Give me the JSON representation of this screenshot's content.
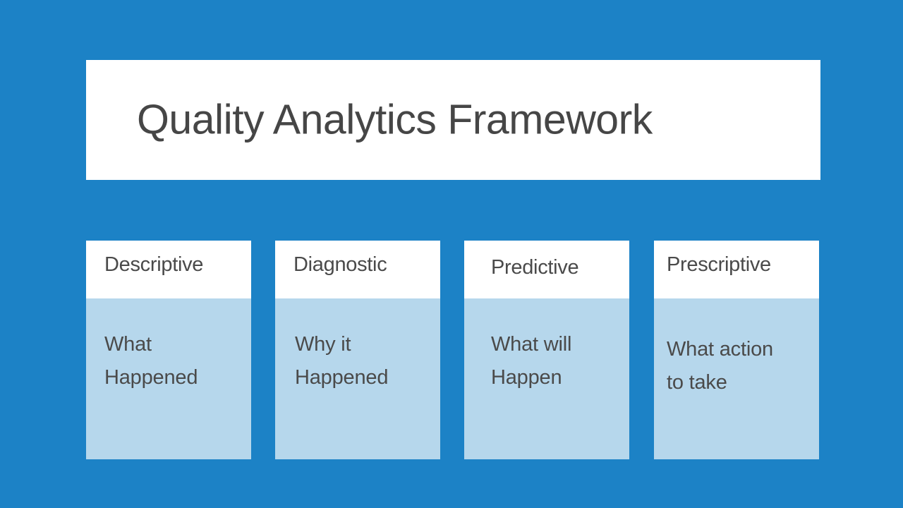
{
  "slide": {
    "background_color": "#1c82c6",
    "title": "Quality Analytics Framework"
  },
  "theme": {
    "background_blue": "#1c82c6",
    "card_header_bg": "#ffffff",
    "card_body_bg": "#b6d7ec",
    "text_color": "#4a4a4a",
    "title_text_color": "#464646"
  },
  "cards": [
    {
      "heading": "Descriptive",
      "body": "What\nHappened"
    },
    {
      "heading": "Diagnostic",
      "body": "Why it\nHappened"
    },
    {
      "heading": "Predictive",
      "body": "What will\nHappen"
    },
    {
      "heading": "Prescriptive",
      "body": "What action\nto take"
    }
  ]
}
